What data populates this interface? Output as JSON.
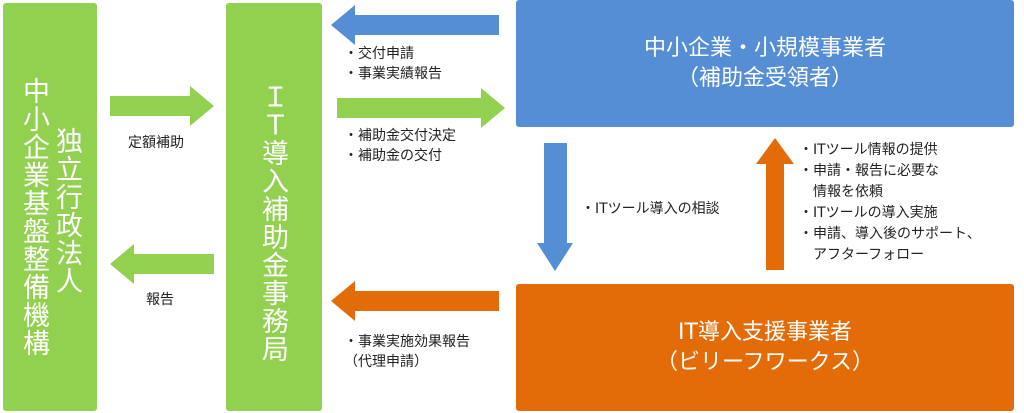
{
  "colors": {
    "green": "#92d050",
    "blue": "#558ed5",
    "orange": "#e36c09",
    "text_dark": "#222222",
    "text_light": "#ffffff"
  },
  "entities": {
    "smrj": {
      "line1": "中小企業基盤整備機構",
      "line2": "独立行政法人"
    },
    "secretariat": {
      "label": "ＩＴ導入補助金事務局"
    },
    "sme": {
      "line1": "中小企業・小規模事業者",
      "line2": "（補助金受領者）"
    },
    "vendor": {
      "line1": "IT導入支援事業者",
      "line2": "（ビリーフワークス）"
    }
  },
  "flows": {
    "smrj_to_secretariat": {
      "label": "定額補助",
      "direction": "right",
      "color": "green"
    },
    "secretariat_to_smrj": {
      "label": "報告",
      "direction": "left",
      "color": "green"
    },
    "sme_to_secretariat": {
      "items": [
        "・交付申請",
        "・事業実績報告"
      ],
      "direction": "left",
      "color": "blue"
    },
    "secretariat_to_sme": {
      "items": [
        "・補助金交付決定",
        "・補助金の交付"
      ],
      "direction": "right",
      "color": "green"
    },
    "sme_to_vendor": {
      "items": [
        "・ITツール導入の相談"
      ],
      "direction": "down",
      "color": "blue"
    },
    "vendor_to_sme": {
      "items": [
        "・ITツール情報の提供",
        "・申請・報告に必要な",
        "　情報を依頼",
        "・ITツールの導入実施",
        "・申請、導入後のサポート、",
        "　アフターフォロー"
      ],
      "direction": "up",
      "color": "orange"
    },
    "vendor_to_secretariat": {
      "items": [
        "・事業実施効果報告",
        "（代理申請）"
      ],
      "direction": "left",
      "color": "orange"
    }
  }
}
